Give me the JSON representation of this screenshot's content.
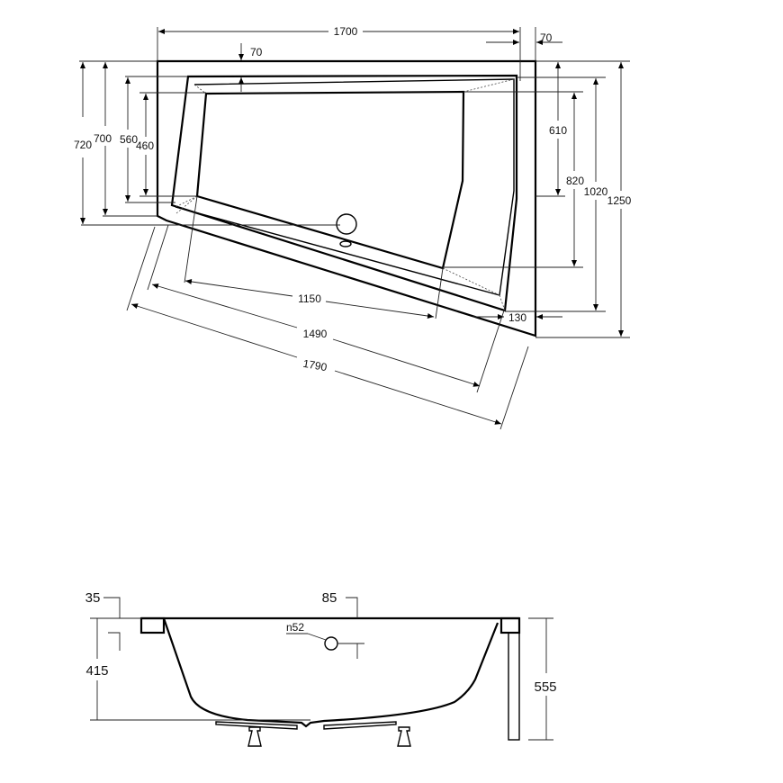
{
  "plan_view": {
    "dimensions": {
      "overall_width": "1700",
      "right_offset": "70",
      "top_rim": "70",
      "left_720": "720",
      "left_700": "700",
      "left_560": "560",
      "left_460": "460",
      "right_610": "610",
      "right_820": "820",
      "right_1020": "1020",
      "right_1250": "1250",
      "bottom_offset": "130",
      "inner_length": "1150",
      "rim_length": "1490",
      "outer_length": "1790"
    }
  },
  "side_view": {
    "dimensions": {
      "rim_thickness": "35",
      "overflow_height": "85",
      "drain_diameter": "n52",
      "depth": "415",
      "total_height": "555"
    }
  }
}
